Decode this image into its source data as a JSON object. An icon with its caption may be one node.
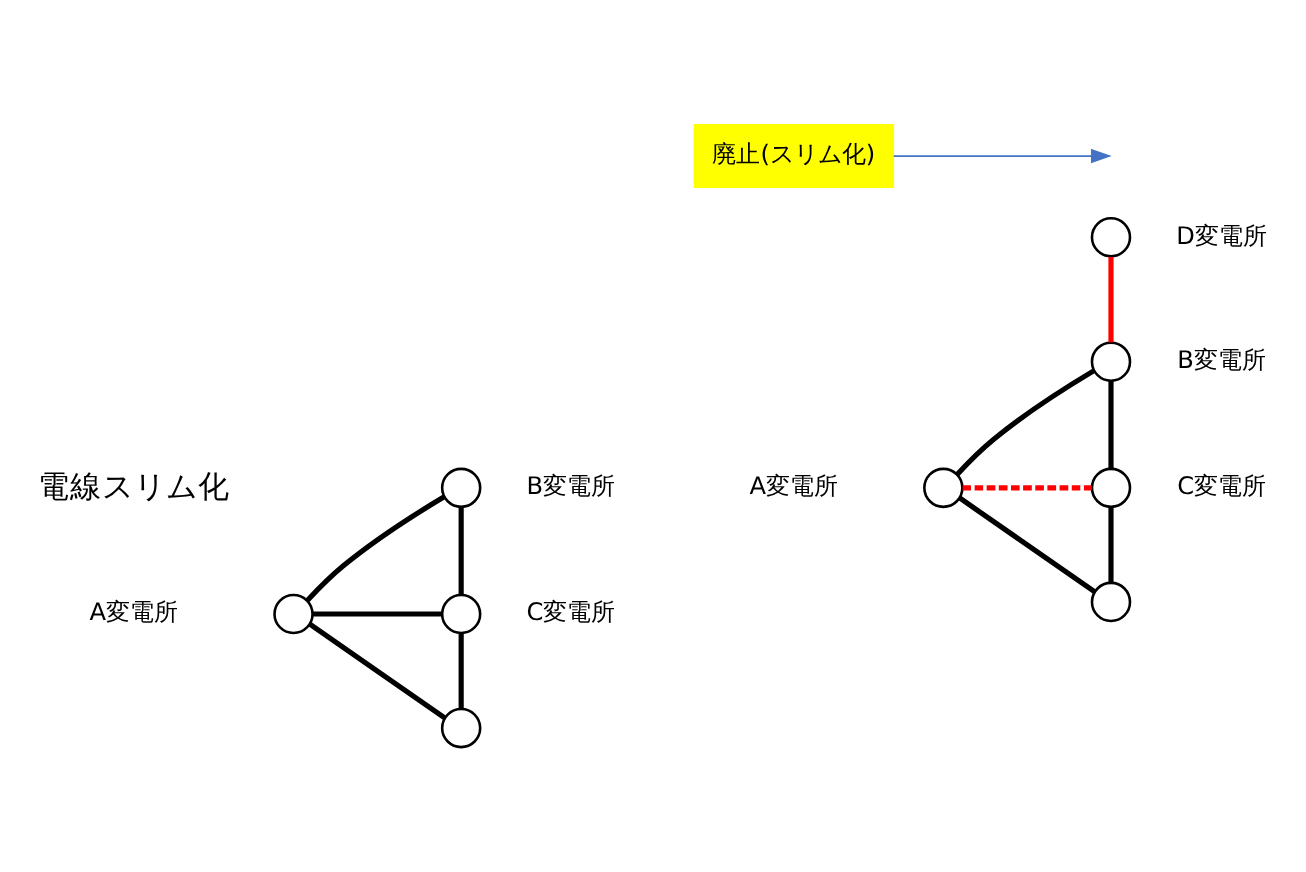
{
  "diagram": {
    "nodes": [
      {
        "text": [],
        "shape": "circle",
        "beside": [
          "A変電所"
        ]
      },
      {
        "text": [],
        "shape": "circle",
        "beside": [
          "B変電所"
        ]
      },
      {
        "text": [],
        "shape": "circle",
        "beside": [
          "C変電所"
        ]
      },
      {
        "text": [],
        "shape": "circle"
      },
      {
        "text": [],
        "shape": "circle",
        "beside": [
          "D変電所"
        ]
      },
      {
        "text": [],
        "shape": "circle",
        "beside": [
          "B変電所"
        ]
      },
      {
        "text": [],
        "shape": "circle",
        "beside": [
          "A変電所"
        ]
      },
      {
        "text": [],
        "shape": "circle",
        "beside": [
          "C変電所"
        ]
      },
      {
        "text": [],
        "shape": "circle"
      },
      {
        "text": [
          "廃止(スリム化)"
        ]
      }
    ],
    "edges": [
      {
        "from": 0,
        "to": 1,
        "arrow": "none"
      },
      {
        "from": 0,
        "to": 2,
        "arrow": "none"
      },
      {
        "from": 0,
        "to": 3,
        "arrow": "none"
      },
      {
        "from": 1,
        "to": 2,
        "arrow": "none"
      },
      {
        "from": 2,
        "to": 3,
        "arrow": "none"
      },
      {
        "from": 4,
        "to": 5,
        "arrow": "none",
        "color": "#ff0000"
      },
      {
        "from": 5,
        "to": 6,
        "arrow": "none"
      },
      {
        "from": 6,
        "to": 7,
        "arrow": "none",
        "style": "dashed",
        "color": "#ff0000"
      },
      {
        "from": 5,
        "to": 7,
        "arrow": "none"
      },
      {
        "from": 7,
        "to": 8,
        "arrow": "none"
      },
      {
        "from": 6,
        "to": 8,
        "arrow": "none"
      },
      {
        "from": 9,
        "to": null,
        "arrow": "to",
        "color": "#4472c4"
      }
    ],
    "labels": [
      "電線スリム化"
    ]
  }
}
